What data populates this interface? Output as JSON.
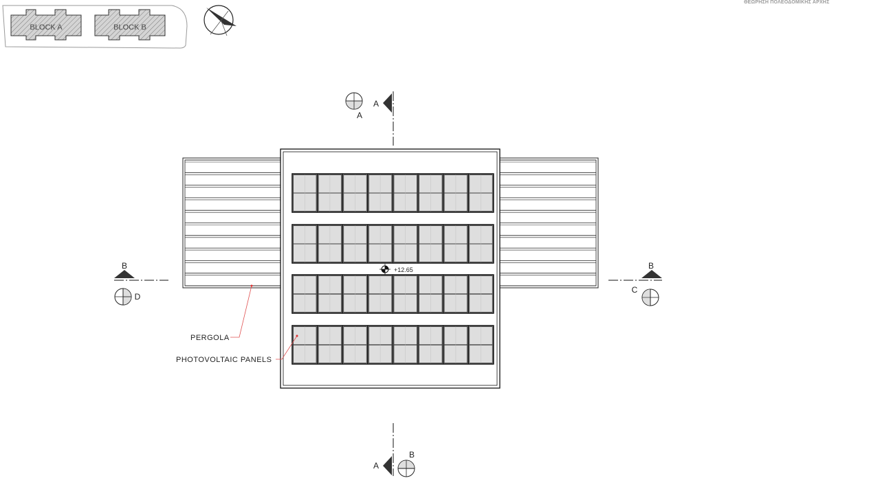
{
  "header": {
    "title": "ΘΕΩΡΗΣΗ ΠΟΛΕΟΔΟΜΙΚΗΣ ΑΡΧΗΣ"
  },
  "keyplan": {
    "block_a": "BLOCK A",
    "block_b": "BLOCK B"
  },
  "sections": {
    "top_cut": "A",
    "top_marker": "A",
    "bottom_cut": "A",
    "bottom_marker": "B",
    "left_cut": "B",
    "left_marker": "D",
    "right_cut": "B",
    "right_marker": "C"
  },
  "level": {
    "value": "+12.65"
  },
  "labels": {
    "pergola": "PERGOLA",
    "pv": "PHOTOVOLTAIC  PANELS"
  },
  "colors": {
    "line": "#111111",
    "hatch": "#777777",
    "leader": "#e05050",
    "hatch_fill": "#d8d8d8"
  },
  "icons": {
    "north_arrow": "north-arrow-icon",
    "section_marker": "section-marker-icon"
  }
}
